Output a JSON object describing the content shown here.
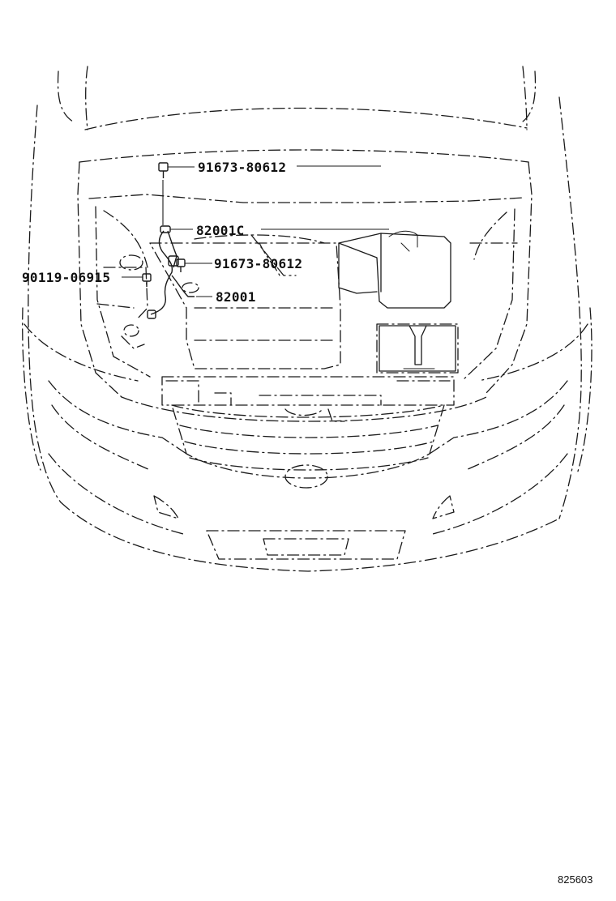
{
  "labels": {
    "bolt_top": "91673-80612",
    "harness_c": "82001C",
    "bolt_mid": "91673-80612",
    "bolt_left": "90119-06915",
    "harness": "82001"
  },
  "figure_ref": "825603"
}
